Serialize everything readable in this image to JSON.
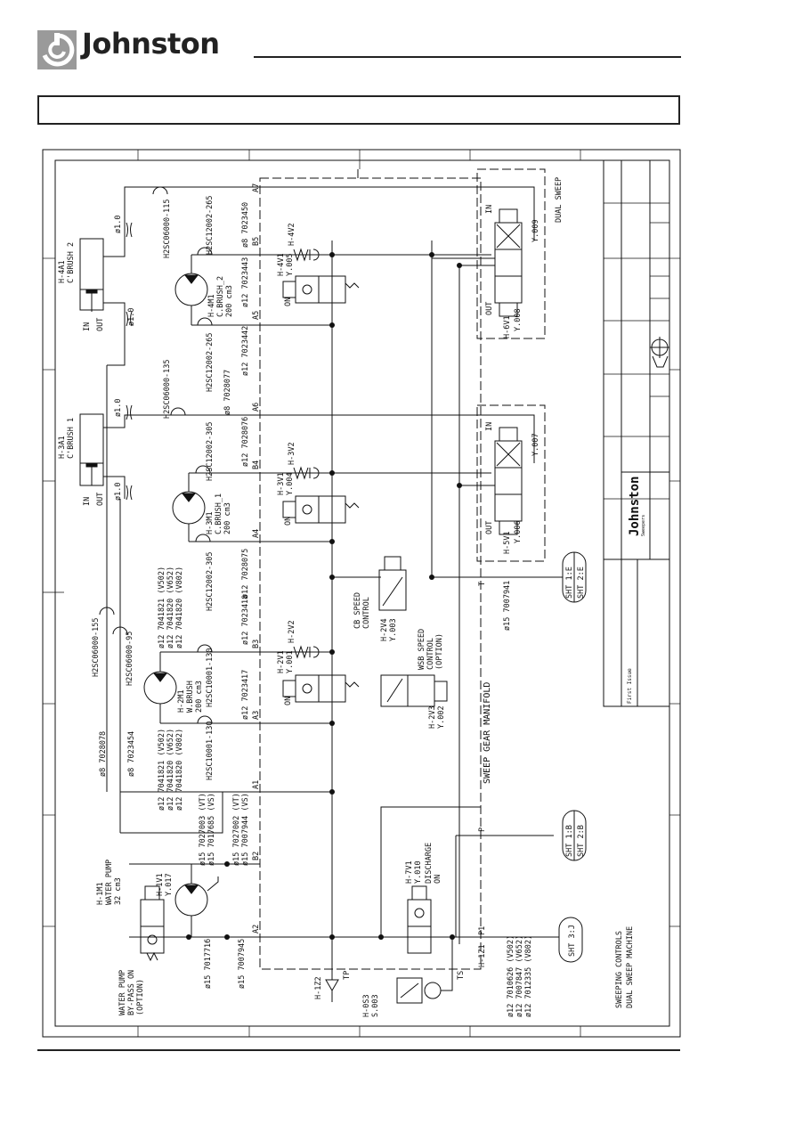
{
  "header": {
    "brand": "Johnston",
    "title_box_text": ""
  },
  "schematic": {
    "title_block": {
      "drawing_title_line1": "SWEEPING CONTROLS",
      "drawing_title_line2": "DUAL SWEEP MACHINE",
      "revision_note": "First Issue",
      "company": "Johnston",
      "company_sub": "Sweepers"
    },
    "manifold_label": "SWEEP GEAR MANIFOLD",
    "dual_sweep_label": "DUAL SWEEP",
    "ports": [
      "A7",
      "B5",
      "A5",
      "A6",
      "B4",
      "A4",
      "B3",
      "A3",
      "A1",
      "B2",
      "A2",
      "T",
      "P",
      "P1",
      "TS",
      "TP"
    ],
    "components": {
      "water_pump": [
        "H-1M1",
        "WATER PUMP",
        "32 cm3"
      ],
      "water_pump_bypass": [
        "WATER PUMP",
        "BY-PASS ON",
        "(OPTION)"
      ],
      "h1v1": [
        "H-1V1",
        "Y.017"
      ],
      "cbrush2_cyl": [
        "H-4A1",
        "C'BRUSH 2"
      ],
      "cbrush1_cyl": [
        "H-3A1",
        "C'BRUSH 1"
      ],
      "cbrush2_motor": [
        "H-4M1",
        "C.BRUSH_2",
        "200 cm3"
      ],
      "cbrush1_motor": [
        "H-3M1",
        "C.BRUSH_1",
        "200 cm3"
      ],
      "wbrush_motor": [
        "H-2M1",
        "W.BRUSH",
        "200 cm3"
      ],
      "h4v1": [
        "H-4V1",
        "Y.005"
      ],
      "h3v1": [
        "H-3V1",
        "Y.004"
      ],
      "h2v1": [
        "H-2V1",
        "Y.001"
      ],
      "h4v2": "H-4V2",
      "h3v2": "H-3V2",
      "h2v2": "H-2V2",
      "h6v1": [
        "H-6V1",
        "Y.008",
        "Y.009"
      ],
      "h5v1": [
        "H-5V1",
        "Y.006",
        "Y.007"
      ],
      "cb_speed": [
        "CB SPEED",
        "CONTROL",
        "H-2V4",
        "Y.003"
      ],
      "wsb_speed": [
        "WSB SPEED",
        "CONTROL",
        "(OPTION)",
        "H-2V3",
        "Y.002"
      ],
      "h7v1": [
        "H-7V1",
        "Y.010",
        "DISCHARGE",
        "ON"
      ],
      "h0s3": [
        "H-0S3",
        "S.003"
      ],
      "h1z2": "H-1Z2",
      "h1z1": "H-1Z1",
      "valve_on": "ON",
      "in_label": "IN",
      "out_label": "OUT",
      "orifice": "ø1.0"
    },
    "hoses": {
      "h2sc06000_115": "H2SC06000-115",
      "h2sc06000_135": "H2SC06000-135",
      "h2sc06000_155": "H2SC06000-155",
      "h2sc06000_95": "H2SC06000-95",
      "h2sc12002_265_a": "H2SC12002-265",
      "h2sc12002_265_b": "H2SC12002-265",
      "h2sc12002_305_a": "H2SC12002-305",
      "h2sc12002_305_b": "H2SC12002-305",
      "h2sc10001_130_a": "H2SC10001-130",
      "h2sc10001_130_b": "H2SC10001-130"
    },
    "pipes": {
      "p7023450": "ø8  7023450",
      "p7023443": "ø12  7023443",
      "p7023442": "ø12  7023442",
      "p7028077": "ø8  7028077",
      "p7028076": "ø12  7028076",
      "p7028075": "ø12  7028075",
      "p7023418": "ø12  7023418",
      "p7023417": "ø12  7023417",
      "p7028078": "ø8  7028078",
      "p7023454": "ø8  7023454",
      "p7007941": "ø15  7007941",
      "p7017716": "ø15  7017716",
      "p7007945": "ø15  7007945",
      "grp_top": [
        "ø12  7041821  (V502)",
        "ø12  7041820  (V652)",
        "ø12  7041820  (V802)"
      ],
      "grp_bot": [
        "ø12  7041821  (V502)",
        "ø12  7041820  (V652)",
        "ø12  7041820  (V802)"
      ],
      "grp_vt_a": [
        "ø15  7027003  (VT)",
        "ø15  7017685  (VS)"
      ],
      "grp_vt_b": [
        "ø15  7027002  (VT)",
        "ø15  7007944  (VS)"
      ],
      "grp_drain": [
        "ø12  7010626  (V502)",
        "ø12  7007847  (V652)",
        "ø12  7012335  (V802)"
      ]
    },
    "sheet_refs": {
      "t_ref": [
        "SHT 1:E",
        "SHT 2:E"
      ],
      "p_ref": [
        "SHT 1:B",
        "SHT 2:B"
      ],
      "p1_ref": "SHT 3:J"
    }
  },
  "colors": {
    "ink": "#111111",
    "logo_gray": "#9a9a9a"
  }
}
